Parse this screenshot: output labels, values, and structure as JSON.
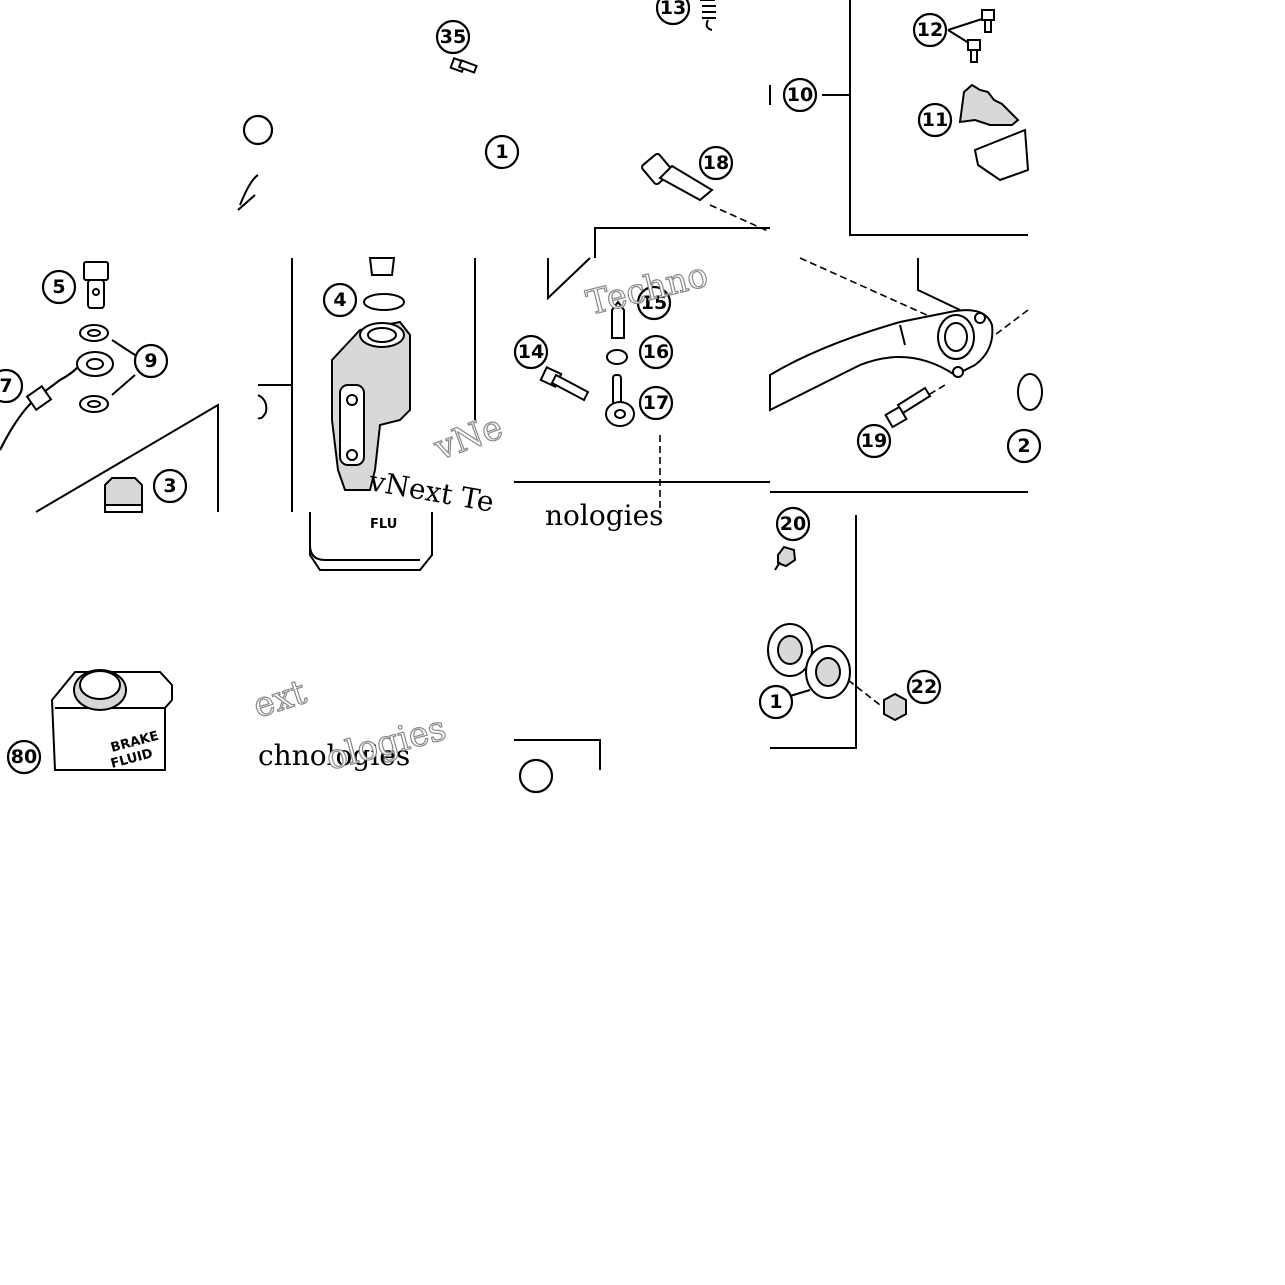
{
  "callouts": {
    "c35": "35",
    "c13": "13",
    "c12": "12",
    "c10": "10",
    "c11": "11",
    "c1": "1",
    "c18": "18",
    "c5": "5",
    "c9": "9",
    "c7": "7",
    "c3": "3",
    "c4": "4",
    "c15": "15",
    "c14": "14",
    "c16": "16",
    "c17": "17",
    "c19": "19",
    "c2": "2",
    "c20": "20",
    "c22": "22",
    "c21": "1",
    "c80": "80"
  },
  "bottle_text": {
    "top_label": "FLU",
    "brake": "BRAKE",
    "fluid": "FLUID"
  },
  "watermarks": {
    "w1": "Techno",
    "w2": "vNext Te",
    "w3": "vNe",
    "w4": "nologies",
    "w5": "ext",
    "w6": "chnologies",
    "w7": "ologies"
  }
}
